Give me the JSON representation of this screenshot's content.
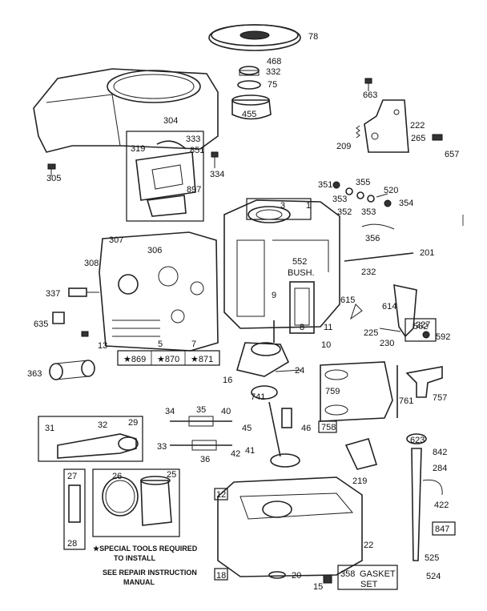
{
  "labels": {
    "l78": "78",
    "l468": "468",
    "l332": "332",
    "l75": "75",
    "l455": "455",
    "l304": "304",
    "l663": "663",
    "l222": "222",
    "l209": "209",
    "l265": "265",
    "l657": "657",
    "l333": "333",
    "l319": "319",
    "l851": "851",
    "l897": "897",
    "l334": "334",
    "l305": "305",
    "l351": "351",
    "l355": "355",
    "l520": "520",
    "l353a": "353",
    "l352": "352",
    "l353b": "353",
    "l354": "354",
    "l3": "3",
    "l1": "1",
    "l356": "356",
    "l201": "201",
    "l232": "232",
    "l307": "307",
    "l306": "306",
    "l308": "308",
    "l552": "552",
    "l337": "337",
    "l9": "9",
    "l615": "615",
    "l614": "614",
    "l227": "227",
    "l562": "562",
    "l592": "592",
    "l225": "225",
    "l230": "230",
    "l635": "635",
    "l8": "8",
    "l11": "11",
    "l10": "10",
    "l13": "13",
    "l5": "5",
    "l7": "7",
    "l363": "363",
    "l16": "16",
    "l24": "24",
    "l741": "741",
    "l759": "759",
    "l761": "761",
    "l757": "757",
    "l758": "758",
    "l34": "34",
    "l35": "35",
    "l40": "40",
    "l45": "45",
    "l46": "46",
    "l33": "33",
    "l36": "36",
    "l42": "42",
    "l41": "41",
    "l31": "31",
    "l32": "32",
    "l29": "29",
    "l623": "623",
    "l842": "842",
    "l284": "284",
    "l422": "422",
    "l219": "219",
    "l847": "847",
    "l27": "27",
    "l26": "26",
    "l25": "25",
    "l28": "28",
    "l12": "12",
    "l22": "22",
    "l525": "525",
    "l524": "524",
    "l18": "18",
    "l20": "20",
    "l15": "15"
  },
  "box_notes": {
    "bush": "BUSH.",
    "kit869": "★869",
    "kit870": "★870",
    "kit871": "★871",
    "gasket_num": "358",
    "gasket_word": "GASKET",
    "gasket_set": "SET"
  },
  "footnotes": {
    "special_line1": "★SPECIAL TOOLS REQUIRED",
    "special_line2": "TO INSTALL",
    "repair_line1": "SEE REPAIR INSTRUCTION",
    "repair_line2": "MANUAL"
  }
}
